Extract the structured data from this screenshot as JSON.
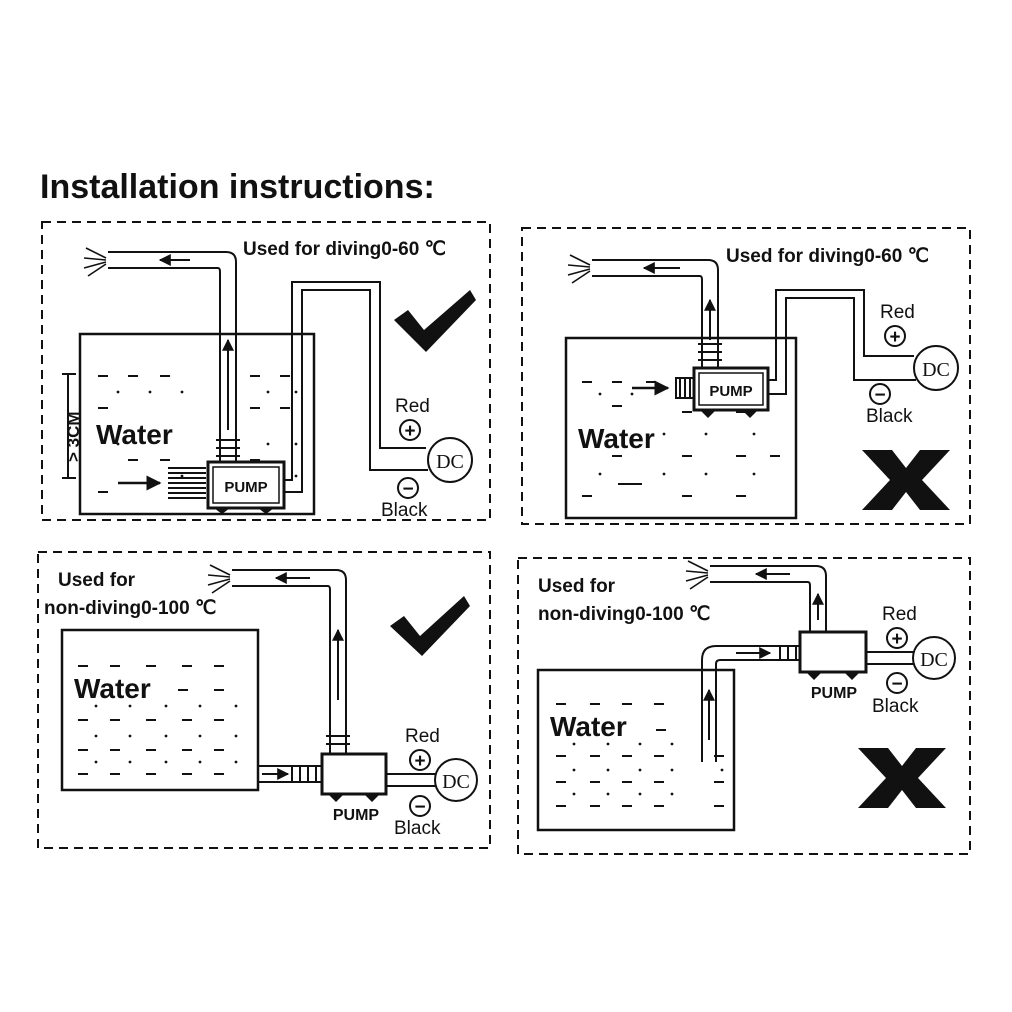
{
  "title": "Installation instructions:",
  "panels": [
    {
      "caption": "Used for diving0-60 ℃",
      "water_label": "Water",
      "pump_label": "PUMP",
      "depth_label": "> 3CM",
      "red_label": "Red",
      "black_label": "Black",
      "dc_label": "DC",
      "plus_symbol": "+",
      "minus_symbol": "−",
      "verdict": "correct",
      "verdict_icon": "check-icon"
    },
    {
      "caption": "Used for diving0-60 ℃",
      "water_label": "Water",
      "pump_label": "PUMP",
      "red_label": "Red",
      "black_label": "Black",
      "dc_label": "DC",
      "plus_symbol": "+",
      "minus_symbol": "−",
      "verdict": "wrong",
      "verdict_icon": "cross-icon"
    },
    {
      "caption_line1": "Used for",
      "caption_line2": "non-diving0-100 ℃",
      "water_label": "Water",
      "pump_label": "PUMP",
      "red_label": "Red",
      "black_label": "Black",
      "dc_label": "DC",
      "plus_symbol": "+",
      "minus_symbol": "−",
      "verdict": "correct",
      "verdict_icon": "check-icon"
    },
    {
      "caption_line1": "Used for",
      "caption_line2": "non-diving0-100 ℃",
      "water_label": "Water",
      "pump_label": "PUMP",
      "red_label": "Red",
      "black_label": "Black",
      "dc_label": "DC",
      "plus_symbol": "+",
      "minus_symbol": "−",
      "verdict": "wrong",
      "verdict_icon": "cross-icon"
    }
  ]
}
